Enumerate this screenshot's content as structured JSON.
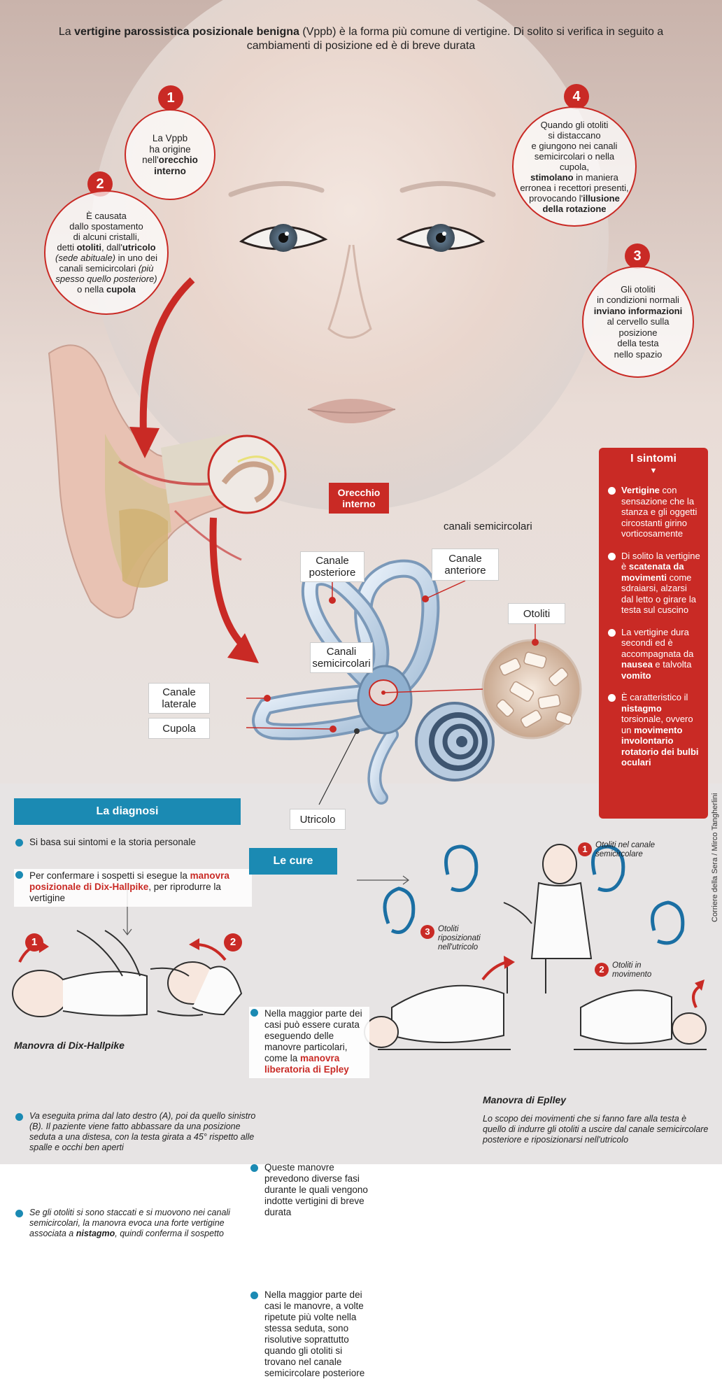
{
  "intro": {
    "p1": "La ",
    "b1": "vertigine parossistica posizionale benigna",
    "p2": " (Vppb) è la forma più comune di vertigine. Di solito si verifica in seguito a cambiamenti di posizione ed è di breve durata"
  },
  "steps": {
    "s1": {
      "num": "1",
      "t1": "La Vppb",
      "t2": "ha origine",
      "t3a": "nell'",
      "t3b": "orecchio",
      "t4": "interno"
    },
    "s2": {
      "num": "2",
      "l1": "È causata",
      "l2": "dallo spostamento",
      "l3": "di alcuni cristalli,",
      "l4a": "detti ",
      "l4b": "otoliti",
      "l4c": ", dall'",
      "l4d": "utricolo",
      "l5": "(sede abituale)",
      "l5b": " in uno dei",
      "l6": "canali semicircolari ",
      "l6b": "(più",
      "l7": "spesso quello posteriore)",
      "l8a": "o nella ",
      "l8b": "cupola"
    },
    "s3": {
      "num": "3",
      "l1": "Gli otoliti",
      "l2": "in condizioni normali",
      "l3": "inviano informazioni",
      "l4": "al cervello sulla",
      "l5": "posizione",
      "l6": "della testa",
      "l7": "nello spazio"
    },
    "s4": {
      "num": "4",
      "l1": "Quando gli otoliti",
      "l2": "si distaccano",
      "l3": "e giungono nei canali",
      "l4": "semicircolari o nella cupola,",
      "l5a": "stimolano",
      "l5b": " in maniera",
      "l6": "erronea i recettori presenti,",
      "l7a": "provocando l'",
      "l7b": "illusione",
      "l8": "della rotazione"
    }
  },
  "labels": {
    "orecchio_interno": "Orecchio interno",
    "canali_semicircolari": "canali semicircolari",
    "canale_posteriore": "Canale posteriore",
    "canale_anteriore": "Canale anteriore",
    "otoliti": "Otoliti",
    "canali_semicircolari_box": "Canali semicircolari",
    "canale_laterale": "Canale laterale",
    "cupola": "Cupola",
    "utricolo": "Utricolo"
  },
  "symptoms": {
    "title": "I sintomi",
    "items": [
      {
        "b": "Vertigine",
        "t": " con sensazione che la stanza e gli oggetti circostanti girino vorticosamente"
      },
      {
        "t1": "Di solito la vertigine è ",
        "b": "scatenata da movimenti",
        "t2": " come sdraiarsi, alzarsi dal letto o girare la testa sul cuscino"
      },
      {
        "t1": "La vertigine dura secondi ed è accompagnata da ",
        "b1": "nausea",
        "t2": " e talvolta ",
        "b2": "vomito"
      },
      {
        "t1": "È caratteristico il ",
        "b1": "nistagmo",
        "t2": " torsionale, ovvero un ",
        "b2": "movimento involontario rotatorio dei bulbi oculari"
      }
    ]
  },
  "diagnosi": {
    "title": "La diagnosi",
    "b1": "Si basa sui sintomi e la storia personale",
    "b2a": "Per confermare i sospetti si esegue la ",
    "b2b": "manovra posizionale di Dix-Hallpike",
    "b2c": ", per riprodurre la vertigine",
    "num1": "1",
    "num2": "2",
    "caption": "Manovra di Dix-Hallpike",
    "n1": "Va eseguita prima dal lato destro (A), poi da quello sinistro (B). Il paziente viene fatto abbassare da una posizione seduta a una distesa, con la testa girata a 45° rispetto alle spalle e occhi ben aperti",
    "n2a": "Se gli otoliti si sono staccati e si muovono nei canali semicircolari, la manovra evoca una forte vertigine associata a ",
    "n2b": "nistagmo",
    "n2c": ", quindi conferma il sospetto"
  },
  "cure": {
    "title": "Le cure",
    "b1a": "Nella maggior parte dei casi può essere curata eseguendo delle manovre particolari, come la ",
    "b1b": "manovra liberatoria di Epley",
    "b2": "Queste manovre prevedono diverse fasi durante le quali vengono indotte vertigini di breve durata",
    "b3": "Nella maggior parte dei casi le manovre, a volte ripetute più volte nella stessa seduta, sono risolutive soprattutto quando gli otoliti si trovano nel canale semicircolare posteriore"
  },
  "epley": {
    "s1num": "1",
    "s1": "Otoliti nel canale semicircolare",
    "s2num": "2",
    "s2": "Otoliti in movimento",
    "s3num": "3",
    "s3": "Otoliti riposizionati nell'utricolo",
    "caption": "Manovra di Eplley",
    "note": "Lo scopo dei movimenti che si fanno fare alla testa è quello di indurre gli otoliti a uscire dal canale semicircolare posteriore e riposizionarsi nell'utricolo"
  },
  "credit": "Corriere della Sera / Mirco Tangherlini",
  "colors": {
    "red": "#c92a25",
    "blue": "#1b8ab3"
  }
}
